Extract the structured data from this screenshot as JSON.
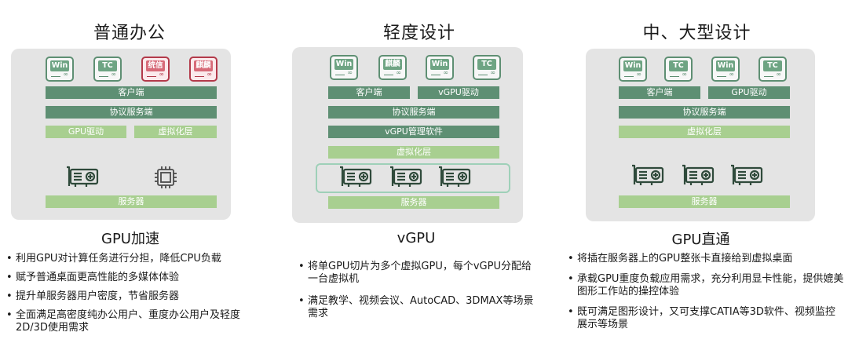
{
  "columns": [
    {
      "title": "普通办公",
      "clients": [
        "Win",
        "TC",
        "统信",
        "麒麟"
      ],
      "bars": {
        "client": "客户端",
        "protocol": "协议服务端",
        "gpu_driver": "GPU驱动",
        "virt": "虚拟化层",
        "server": "服务器"
      },
      "subtitle": "GPU加速",
      "bullets": [
        "利用GPU对计算任务进行分担，降低CPU负载",
        "赋予普通桌面更高性能的多媒体体验",
        "提升单服务器用户密度，节省服务器",
        "全面满足高密度纯办公用户、重度办公用户及轻度2D/3D使用需求"
      ]
    },
    {
      "title": "轻度设计",
      "clients": [
        "Win",
        "麒麟",
        "Win",
        "TC"
      ],
      "bars": {
        "client": "客户端",
        "vgpu_driver": "vGPU驱动",
        "protocol": "协议服务端",
        "vgpu_mgr": "vGPU管理软件",
        "virt": "虚拟化层",
        "server": "服务器"
      },
      "subtitle": "vGPU",
      "bullets": [
        "将单GPU切片为多个虚拟GPU，每个vGPU分配给一台虚拟机",
        "满足教学、视频会议、AutoCAD、3DMAX等场景需求"
      ]
    },
    {
      "title": "中、大型设计",
      "clients": [
        "Win",
        "TC",
        "Win",
        "TC"
      ],
      "bars": {
        "client": "客户端",
        "gpu_driver": "GPU驱动",
        "protocol": "协议服务端",
        "virt": "虚拟化层",
        "server": "服务器"
      },
      "subtitle": "GPU直通",
      "bullets": [
        "将插在服务器上的GPU整张卡直接给到虚拟桌面",
        "承载GPU重度负载应用需求，充分利用显卡性能，提供媲美图形工作站的操控体验",
        "既可满足图形设计，又可支撑CATIA等3D软件、视频监控展示等场景"
      ]
    }
  ],
  "colors": {
    "dark_green": "#5e8f73",
    "light_green": "#a8cf90",
    "panel": "#e4e4e4",
    "red": "#b33a4a",
    "outline": "#9ed0b8"
  }
}
